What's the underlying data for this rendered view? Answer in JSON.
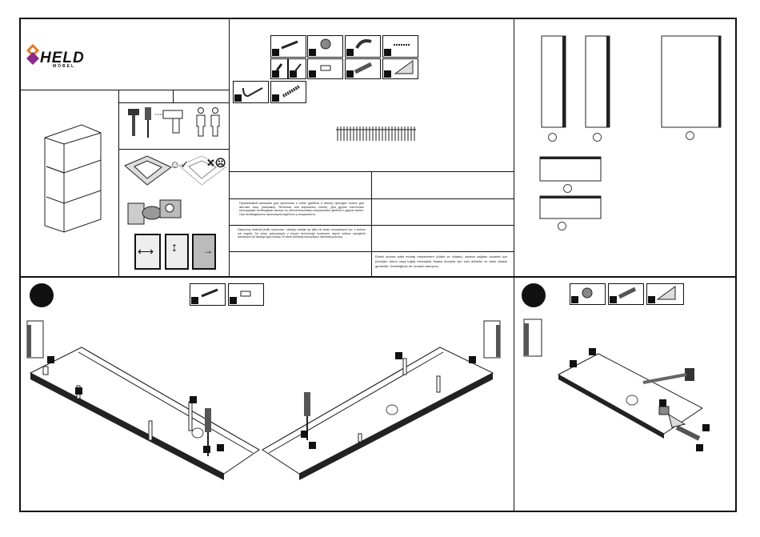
{
  "brand": {
    "name": "HELD",
    "sub": "MÖBEL"
  },
  "notes": {
    "ru": "Прилагаемый материал для крепления к стене (дюбеля и винты) пригоден только для жестких опор (например, бетонных или кирпичных стены). Для других настенных конструкций необходимы своеую по обстоятельствам специальные дюбели и другие винты. При необходимости проконсультируйтесь у специалиста.",
    "pl": "Załączony materiał (kołki rozporowe i wkręty) nadaje się tylko do ścian murowanych (np. z betonu lub cegieł). Do ścian wykonanych z innych technologii konieczne użycie kołków specjalnie dobranych do danego typu ściany. W razie potrzeby skorzystaj z fachowej pomocy.",
    "tr": "Ekteki duvara sabit montaj malzemeleri (dübel ve vidalar), sadece sağlam duvarlar için (örneğin; beton veya tuğla) elverişlidir. Başka duvarlar için özel dübeller ve farklı vidalar gereklidir. Gerekliğinde bir uzmana danışınız."
  },
  "icons": {
    "tools": [
      "hammer-icon",
      "screwdriver-icon",
      "drill-icon"
    ],
    "persons": [
      "person-icon",
      "person-icon"
    ]
  },
  "colors": {
    "ink": "#111111",
    "paper": "#ffffff"
  }
}
